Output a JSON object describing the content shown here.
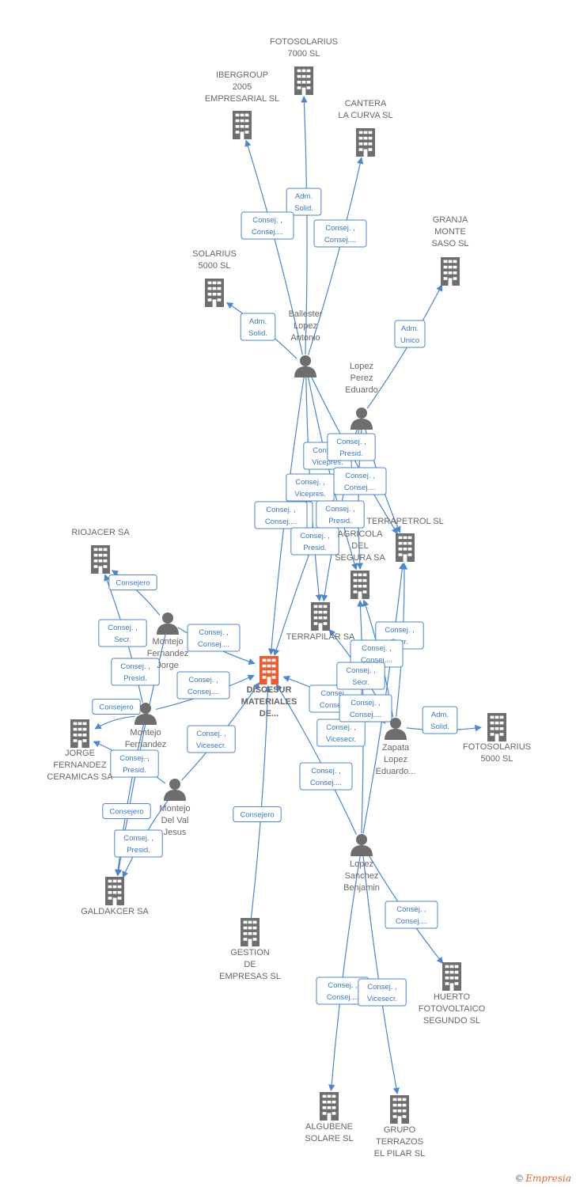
{
  "colors": {
    "company": "#6e6e6e",
    "focus_company": "#ef5b2b",
    "person": "#6e6e6e",
    "edge": "#4a86d1",
    "label_text": "#666666"
  },
  "nodes": [
    {
      "id": "fotosolarius7000",
      "type": "company",
      "lines": [
        "FOTOSOLARIUS",
        "7000 SL"
      ]
    },
    {
      "id": "ibergroup",
      "type": "company",
      "lines": [
        "IBERGROUP",
        "2005",
        "EMPRESARIAL SL"
      ]
    },
    {
      "id": "cantera",
      "type": "company",
      "lines": [
        "CANTERA",
        "LA CURVA  SL"
      ]
    },
    {
      "id": "granja",
      "type": "company",
      "lines": [
        "GRANJA",
        "MONTE",
        "SASO SL"
      ]
    },
    {
      "id": "solarius5000",
      "type": "company",
      "lines": [
        "SOLARIUS",
        "5000 SL"
      ]
    },
    {
      "id": "ballester",
      "type": "person",
      "lines": [
        "Ballester",
        "Lopez",
        "Antonio"
      ]
    },
    {
      "id": "lopezperez",
      "type": "person",
      "lines": [
        "Lopez",
        "Perez",
        "Eduardo"
      ]
    },
    {
      "id": "terrapetrol",
      "type": "company",
      "lines": [
        "TERRAPETROL SL"
      ]
    },
    {
      "id": "agricola",
      "type": "company",
      "lines": [
        "AGRICOLA",
        "DEL",
        "SEGURA SA"
      ]
    },
    {
      "id": "riojacer",
      "type": "company",
      "lines": [
        "RIOJACER SA"
      ]
    },
    {
      "id": "terrapilar",
      "type": "company",
      "lines": [
        "TERRAPILAR SA"
      ]
    },
    {
      "id": "montejojorge",
      "type": "person",
      "lines": [
        "Montejo",
        "Fernandez",
        "Jorge"
      ]
    },
    {
      "id": "discesur",
      "type": "focus",
      "lines": [
        "DISCESUR",
        "MATERIALES",
        "DE..."
      ]
    },
    {
      "id": "montejofern",
      "type": "person",
      "lines": [
        "Montejo",
        "Fernandez",
        "..."
      ]
    },
    {
      "id": "jorgeceramicas",
      "type": "company",
      "lines": [
        "JORGE",
        "FERNANDEZ",
        "CERAMICAS SA"
      ]
    },
    {
      "id": "zapata",
      "type": "person",
      "lines": [
        "Zapata",
        "Lopez",
        "Eduardo..."
      ]
    },
    {
      "id": "fotosolarius5000",
      "type": "company",
      "lines": [
        "FOTOSOLARIUS",
        "5000 SL"
      ]
    },
    {
      "id": "montejodelval",
      "type": "person",
      "lines": [
        "Montejo",
        "Del Val",
        "Jesus"
      ]
    },
    {
      "id": "lopezsanchez",
      "type": "person",
      "lines": [
        "Lopez",
        "Sanchez",
        "Benjamin"
      ]
    },
    {
      "id": "galdakcer",
      "type": "company",
      "lines": [
        "GALDAKCER SA"
      ]
    },
    {
      "id": "gestion",
      "type": "company",
      "lines": [
        "GESTION",
        "DE",
        "EMPRESAS  SL"
      ]
    },
    {
      "id": "huerto",
      "type": "company",
      "lines": [
        "HUERTO",
        "FOTOVOLTAICO",
        "SEGUNDO SL"
      ]
    },
    {
      "id": "algubene",
      "type": "company",
      "lines": [
        "ALGUBENE",
        "SOLARE SL"
      ]
    },
    {
      "id": "grupoterrazos",
      "type": "company",
      "lines": [
        "GRUPO",
        "TERRAZOS",
        "EL PILAR SL"
      ]
    }
  ],
  "edges": [
    {
      "from": "ballester",
      "to": "fotosolarius7000",
      "label": [
        "Adm.",
        "Solid."
      ]
    },
    {
      "from": "ballester",
      "to": "ibergroup",
      "label": [
        "Consej. ,",
        "Consej...."
      ]
    },
    {
      "from": "ballester",
      "to": "cantera",
      "label": [
        "Consej. ,",
        "Consej...."
      ]
    },
    {
      "from": "ballester",
      "to": "solarius5000",
      "label": [
        "Adm.",
        "Solid."
      ]
    },
    {
      "from": "lopezperez",
      "to": "granja",
      "label": [
        "Adm.",
        "Unico"
      ]
    },
    {
      "from": "ballester",
      "to": "terrapetrol",
      "label": [
        "Consej. ,",
        "Vicepres."
      ]
    },
    {
      "from": "ballester",
      "to": "agricola",
      "label": [
        "Consej. ,",
        "Consej...."
      ]
    },
    {
      "from": "ballester",
      "to": "terrapilar",
      "label": [
        "Consej. ,",
        "Vicepres."
      ]
    },
    {
      "from": "ballester",
      "to": "discesur",
      "label": [
        "Consej. ,",
        "Consej...."
      ]
    },
    {
      "from": "lopezperez",
      "to": "terrapetrol",
      "label": [
        "Consej. ,",
        "Presid."
      ]
    },
    {
      "from": "lopezperez",
      "to": "agricola",
      "label": [
        "Consej. ,",
        "Consej...."
      ]
    },
    {
      "from": "lopezperez",
      "to": "terrapilar",
      "label": [
        "Consej. ,",
        "Presid."
      ]
    },
    {
      "from": "lopezperez",
      "to": "discesur",
      "label": [
        "Consej. ,",
        "Presid."
      ]
    },
    {
      "from": "montejojorge",
      "to": "riojacer",
      "label": [
        "Consejero"
      ]
    },
    {
      "from": "montejojorge",
      "to": "discesur",
      "label": [
        "Consej. ,",
        "Consej...."
      ]
    },
    {
      "from": "montejofern",
      "to": "riojacer",
      "label": [
        "Consej. ,",
        "Secr."
      ]
    },
    {
      "from": "montejofern",
      "to": "discesur",
      "label": [
        "Consej. ,",
        "Consej...."
      ]
    },
    {
      "from": "montejofern",
      "to": "jorgeceramicas",
      "label": [
        "Consejero"
      ]
    },
    {
      "from": "montejofern",
      "to": "galdakcer",
      "label": [
        "Consej. ,",
        "Presid."
      ]
    },
    {
      "from": "montejojorge",
      "to": "galdakcer",
      "label": [
        "Consej. ,",
        "Presid."
      ]
    },
    {
      "from": "montejodelval",
      "to": "galdakcer",
      "label": [
        "Consejero"
      ]
    },
    {
      "from": "montejodelval",
      "to": "discesur",
      "label": [
        "Consej. ,",
        "Vicesecr."
      ]
    },
    {
      "from": "montejodelval",
      "to": "jorgeceramicas",
      "label": [
        "Consej. ,",
        "Presid."
      ]
    },
    {
      "from": "gestion",
      "to": "discesur",
      "label": [
        "Consejero"
      ]
    },
    {
      "from": "zapata",
      "to": "fotosolarius5000",
      "label": [
        "Adm.",
        "Solid."
      ]
    },
    {
      "from": "zapata",
      "to": "discesur",
      "label": [
        "Consej. ,",
        "Consej...."
      ]
    },
    {
      "from": "zapata",
      "to": "terrapetrol",
      "label": [
        "Consej. ,",
        "Secr."
      ]
    },
    {
      "from": "zapata",
      "to": "agricola",
      "label": [
        "Consej. ,",
        "Consej...."
      ]
    },
    {
      "from": "zapata",
      "to": "terrapilar",
      "label": [
        "Consej. ,",
        "Secr."
      ]
    },
    {
      "from": "lopezsanchez",
      "to": "discesur",
      "label": [
        "Consej. ,",
        "Consej...."
      ]
    },
    {
      "from": "lopezsanchez",
      "to": "agricola",
      "label": [
        "Consej. ,",
        "Vicesecr."
      ]
    },
    {
      "from": "lopezsanchez",
      "to": "terrapetrol",
      "label": [
        "Consej. ,",
        "Consej...."
      ]
    },
    {
      "from": "lopezsanchez",
      "to": "huerto",
      "label": [
        "Consej. ,",
        "Consej...."
      ]
    },
    {
      "from": "lopezsanchez",
      "to": "algubene",
      "label": [
        "Consej. ,",
        "Consej...."
      ]
    },
    {
      "from": "lopezsanchez",
      "to": "grupoterrazos",
      "label": [
        "Consej. ,",
        "Vicesecr."
      ]
    }
  ],
  "footer": {
    "copyright": "©",
    "brand": "Empresia"
  }
}
